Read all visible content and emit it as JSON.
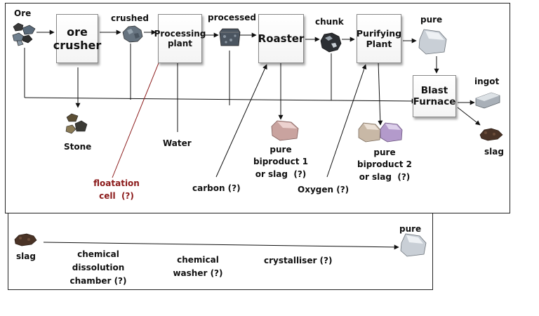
{
  "boxes": {
    "ore_crusher": "ore\ncrusher",
    "processing_plant": "Processing\nplant",
    "roaster": "Roaster",
    "purifying_plant": "Purifying\nPlant",
    "blast_furnace": "Blast\nFurnace"
  },
  "labels": {
    "ore": "Ore",
    "crushed": "crushed",
    "processed": "processed",
    "chunk": "chunk",
    "pure_top": "pure",
    "ingot": "ingot",
    "slag_top": "slag",
    "stone": "Stone",
    "water": "Water",
    "floatation": "floatation\ncell  (?)",
    "carbon": "carbon (?)",
    "biproduct1": "pure\nbiproduct 1\nor slag  (?)",
    "oxygen": "Oxygen  (?)",
    "biproduct2": "pure\nbiproduct 2\nor slag  (?)",
    "slag_bottom": "slag",
    "chemical_dissolution": "chemical\ndissolution\nchamber (?)",
    "chemical_washer": "chemical\nwasher (?)",
    "crystalliser": "crystalliser (?)",
    "pure_bottom": "pure"
  },
  "colors": {
    "floatation": "#8b1a1a",
    "arrow": "#111111"
  },
  "icons": [
    "ore-icon",
    "crushed-ore-icon",
    "processed-ore-icon",
    "ore-chunk-icon",
    "pure-ore-icon",
    "ingot-icon",
    "slag-icon",
    "stone-icon",
    "biproduct-1-icon",
    "biproduct-2-icon"
  ]
}
